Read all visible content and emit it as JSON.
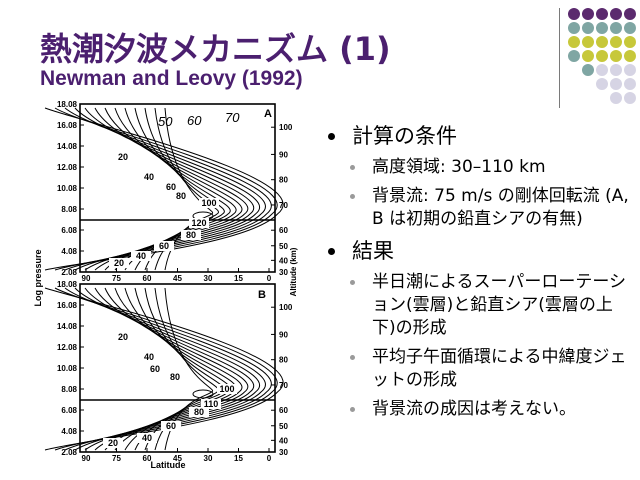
{
  "slide": {
    "title": "熱潮汐波メカニズム (1)",
    "subtitle": "Newman and Leovy (1992)"
  },
  "decoration": {
    "dot_colors": [
      "#5b2a6e",
      "#7fa6a3",
      "#c7c83a",
      "#d6d4e4"
    ]
  },
  "figure": {
    "y_ticks": [
      "18.08",
      "16.08",
      "14.08",
      "12.08",
      "10.08",
      "8.08",
      "6.08",
      "4.08",
      "2.08"
    ],
    "x_ticks": [
      "90",
      "75",
      "60",
      "45",
      "30",
      "15",
      "0"
    ],
    "alt_ticks_top": [
      "100",
      "90",
      "80",
      "70",
      "60",
      "50",
      "40",
      "30"
    ],
    "alt_ticks_bottom": [
      "100",
      "90",
      "80",
      "70",
      "60",
      "50",
      "40",
      "30"
    ],
    "ylabel": "Log pressure",
    "xlabel": "Latitude",
    "right_label": "Altitude (km)",
    "panel_a_label": "A",
    "panel_b_label": "B",
    "panel_a_contours": [
      "20",
      "40",
      "60",
      "80",
      "100",
      "120",
      "80",
      "60",
      "40",
      "20"
    ],
    "panel_b_contours": [
      "20",
      "40",
      "60",
      "80",
      "100",
      "110",
      "80",
      "60",
      "40",
      "20"
    ],
    "handwritten": [
      "50",
      "60",
      "70"
    ]
  },
  "bullets": [
    {
      "text": "計算の条件",
      "children": [
        "高度領域: 30–110 km",
        "背景流: 75 m/s の剛体回転流 (A, B は初期の鉛直シアの有無)"
      ]
    },
    {
      "text": "結果",
      "children": [
        "半日潮によるスーパーローテーション(雲層)と鉛直シア(雲層の上下)の形成",
        "平均子午面循環による中緯度ジェットの形成",
        "背景流の成因は考えない。"
      ]
    }
  ]
}
